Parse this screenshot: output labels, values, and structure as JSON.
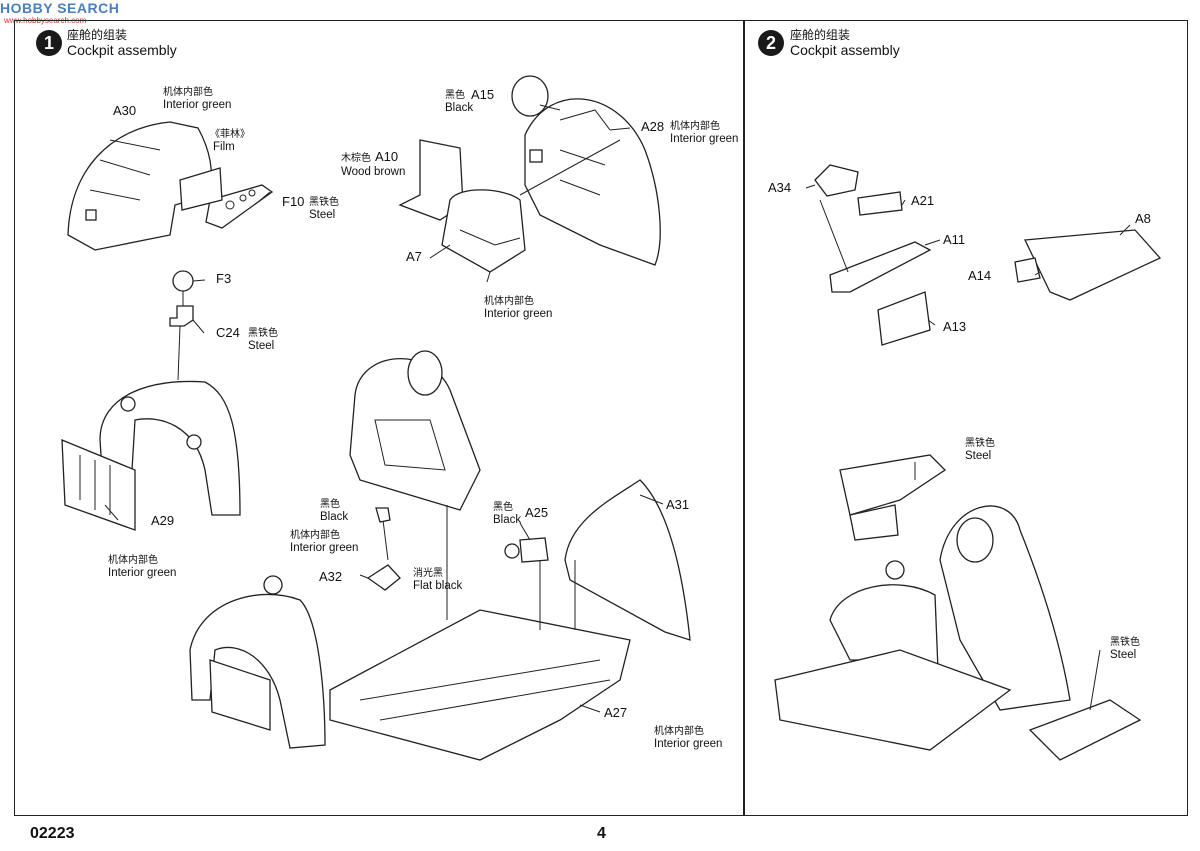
{
  "watermark": {
    "text": "HOBBY SEARCH",
    "sub": "www.hobbysearch.com"
  },
  "step1": {
    "number": "1",
    "title_cn": "座舱的组装",
    "title_en": "Cockpit assembly"
  },
  "step2": {
    "number": "2",
    "title_cn": "座舱的组装",
    "title_en": "Cockpit assembly"
  },
  "callouts": {
    "a30": {
      "part": "A30",
      "cn": "机体内部色",
      "en": "Interior green"
    },
    "film": {
      "cn": "《菲林》",
      "en": "Film"
    },
    "f10": {
      "part": "F10",
      "cn": "黑铁色",
      "en": "Steel"
    },
    "f3": {
      "part": "F3"
    },
    "c24": {
      "part": "C24",
      "cn": "黑铁色",
      "en": "Steel"
    },
    "a29": {
      "part": "A29",
      "cn": "机体内部色",
      "en": "Interior green"
    },
    "a15": {
      "part": "A15",
      "cn": "黑色",
      "en": "Black"
    },
    "a10": {
      "part": "A10",
      "cn": "木棕色",
      "en": "Wood brown"
    },
    "a28": {
      "part": "A28",
      "cn": "机体内部色",
      "en": "Interior green"
    },
    "a7": {
      "part": "A7",
      "cn": "机体内部色",
      "en": "Interior green"
    },
    "a32": {
      "part": "A32",
      "cn1": "黑色",
      "en1": "Black",
      "cn2": "机体内部色",
      "en2": "Interior green",
      "cn3": "消光黑",
      "en3": "Flat black"
    },
    "a25": {
      "part": "A25",
      "cn": "黑色",
      "en": "Black"
    },
    "a31": {
      "part": "A31"
    },
    "a27": {
      "part": "A27",
      "cn": "机体内部色",
      "en": "Interior green"
    },
    "a34": {
      "part": "A34"
    },
    "a21": {
      "part": "A21"
    },
    "a11": {
      "part": "A11"
    },
    "a8": {
      "part": "A8"
    },
    "a14": {
      "part": "A14"
    },
    "a13": {
      "part": "A13"
    },
    "s2steel1": {
      "cn": "黑铁色",
      "en": "Steel"
    },
    "s2steel2": {
      "cn": "黑铁色",
      "en": "Steel"
    }
  },
  "footer": {
    "code": "02223",
    "page": "4"
  }
}
